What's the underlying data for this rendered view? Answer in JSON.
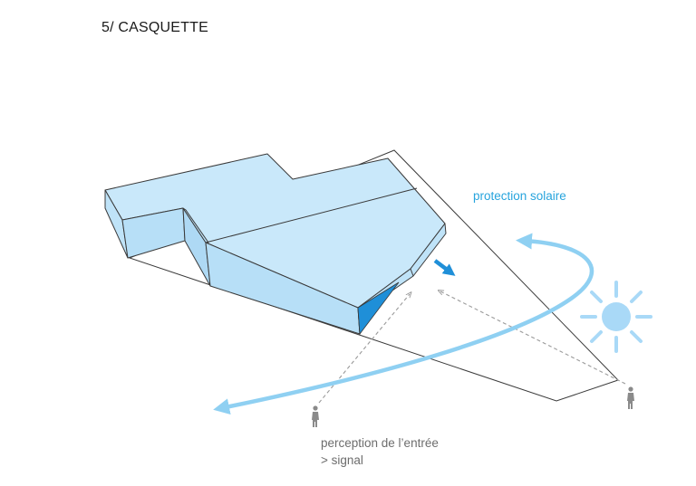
{
  "title": "5/ CASQUETTE",
  "annotations": {
    "solar_protection": "protection solaire",
    "perception_line1": "perception de l’entrée",
    "perception_line2": "> signal"
  },
  "colors": {
    "text_dark": "#1a1a1a",
    "text_grey": "#6d6d6d",
    "accent_blue": "#27a4dd",
    "building_fill": "#c9e8fa",
    "building_side": "#b7dff7",
    "canopy_blue": "#1f8fd8",
    "sun_blue": "#a9d9f7",
    "arc_blue": "#8fd0f2",
    "outline": "#3a3a3a",
    "dashed": "#9a9a9a",
    "figure": "#8a8a8a"
  },
  "icons": {
    "sun": "sun-icon",
    "person": "person-icon"
  }
}
